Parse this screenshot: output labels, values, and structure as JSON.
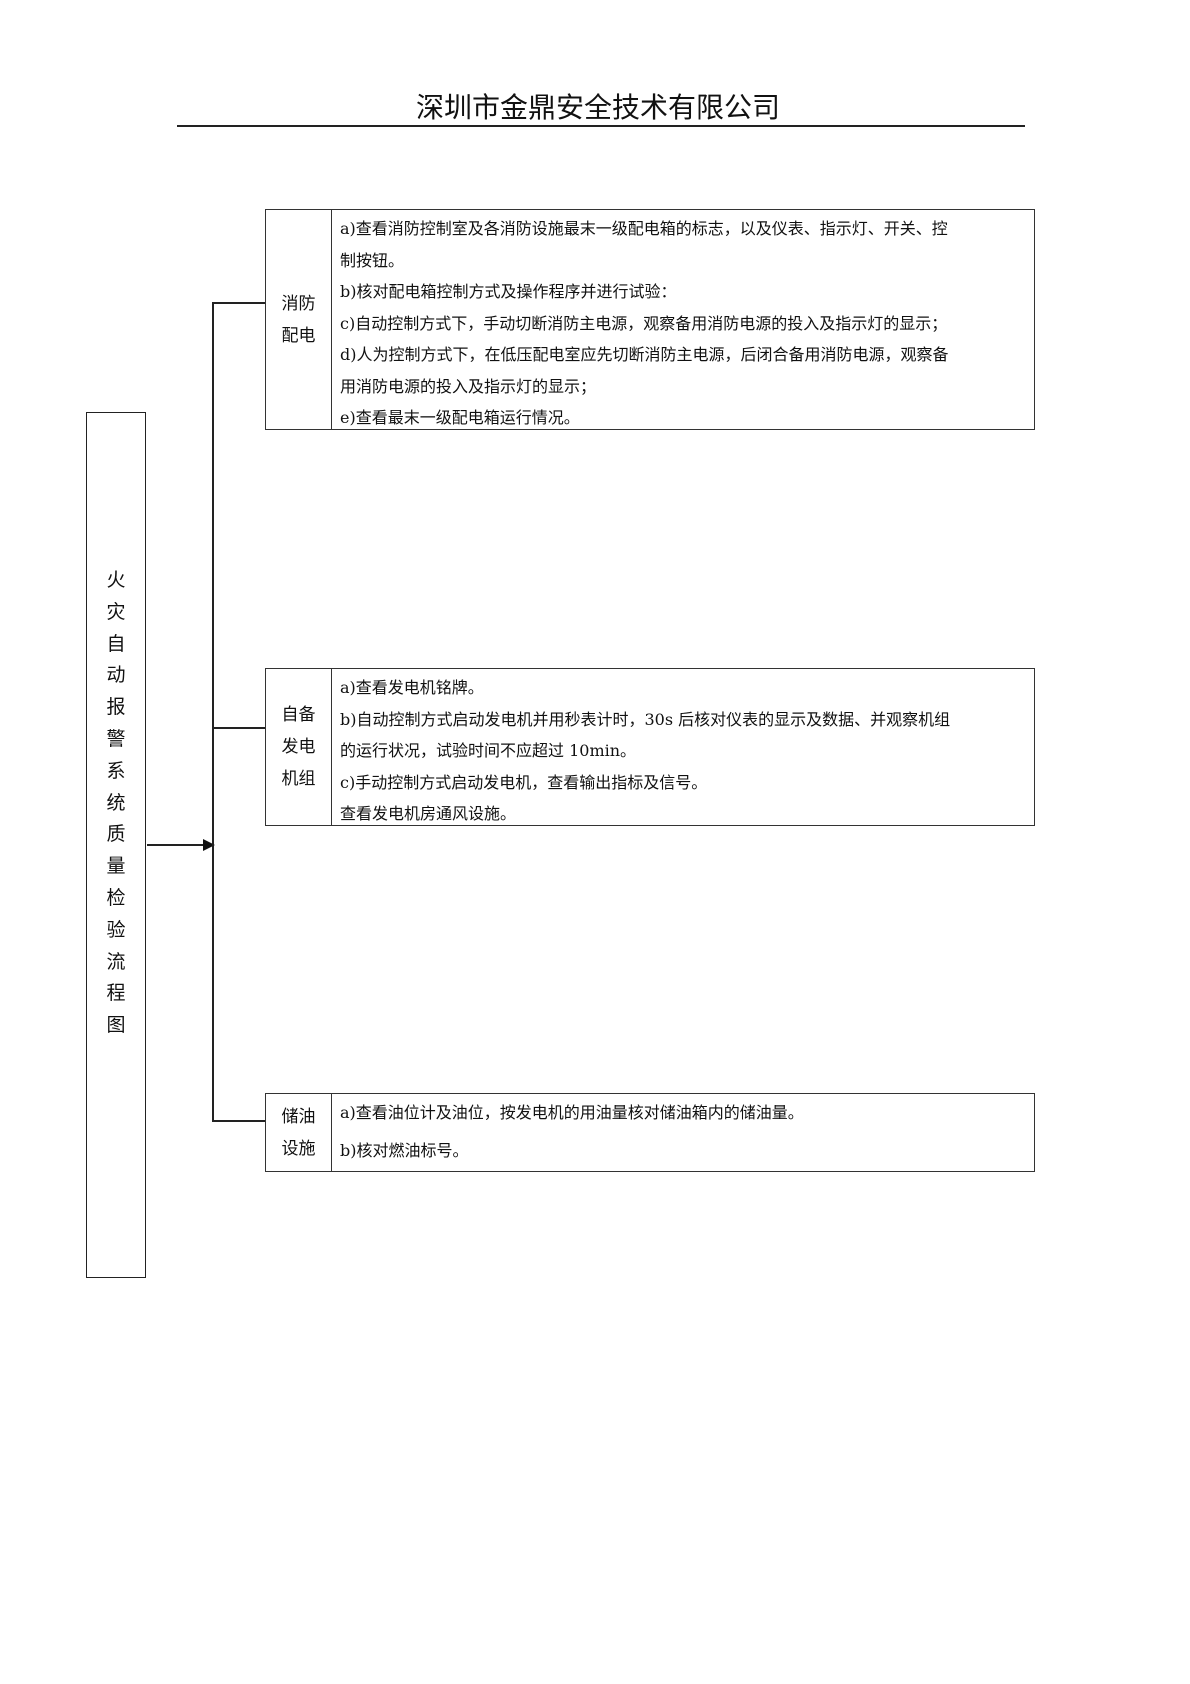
{
  "header": {
    "title": "深圳市金鼎安全技术有限公司"
  },
  "main_box": {
    "chars": [
      "火",
      "灾",
      "自",
      "动",
      "报",
      "警",
      "系",
      "统",
      "质",
      "量",
      "检",
      "验",
      "流",
      "程",
      "图"
    ]
  },
  "sections": [
    {
      "label_lines": [
        "消防",
        "配电"
      ],
      "lines": [
        "a)查看消防控制室及各消防设施最末一级配电箱的标志，以及仪表、指示灯、开关、控",
        "制按钮。",
        "b)核对配电箱控制方式及操作程序并进行试验：",
        "c)自动控制方式下，手动切断消防主电源，观察备用消防电源的投入及指示灯的显示；",
        "d)人为控制方式下，在低压配电室应先切断消防主电源，后闭合备用消防电源，观察备",
        "用消防电源的投入及指示灯的显示；",
        "e)查看最末一级配电箱运行情况。"
      ]
    },
    {
      "label_lines": [
        "自备",
        "发电",
        "机组"
      ],
      "lines": [
        "a)查看发电机铭牌。",
        "b)自动控制方式启动发电机并用秒表计时，30s 后核对仪表的显示及数据、并观察机组",
        "的运行状况，试验时间不应超过 10min。",
        "c)手动控制方式启动发电机，查看输出指标及信号。",
        "查看发电机房通风设施。"
      ]
    },
    {
      "label_lines": [
        "储油",
        "设施"
      ],
      "lines": [
        "a)查看油位计及油位，按发电机的用油量核对储油箱内的储油量。",
        "b)核对燃油标号。"
      ]
    }
  ]
}
